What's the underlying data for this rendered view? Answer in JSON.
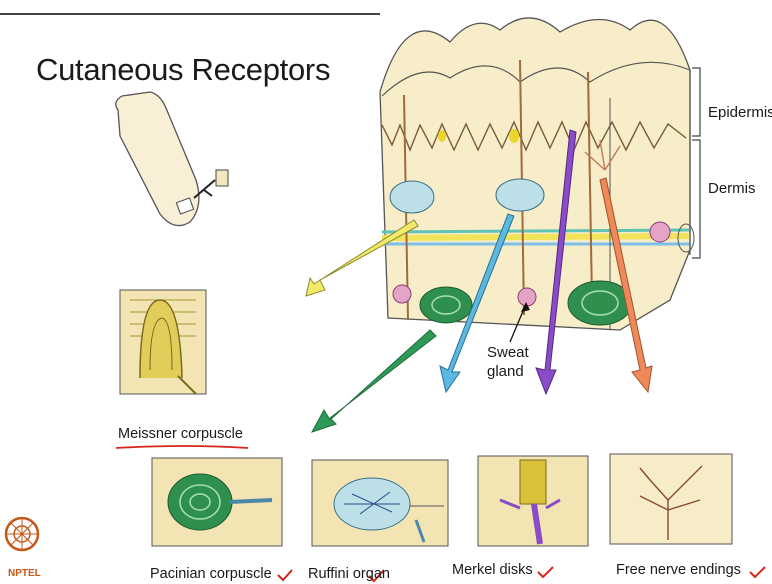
{
  "title": "Cutaneous Receptors",
  "layer_labels": {
    "epidermis": "Epidermis",
    "dermis": "Dermis"
  },
  "gland_label_line1": "Sweat",
  "gland_label_line2": "gland",
  "captions": {
    "meissner": "Meissner corpuscle",
    "pacinian": "Pacinian corpuscle",
    "ruffini": "Ruffini organ",
    "merkel": "Merkel disks",
    "free": "Free nerve endings"
  },
  "logo_text": "NPTEL",
  "colors": {
    "arrow_yellow": "#f3ea6a",
    "arrow_green": "#2e9a57",
    "arrow_blue": "#5bb8e0",
    "arrow_purple": "#8a4bc8",
    "arrow_orange": "#ee8a5a",
    "tick_red": "#d9261c",
    "skin": "#f7edc8"
  }
}
